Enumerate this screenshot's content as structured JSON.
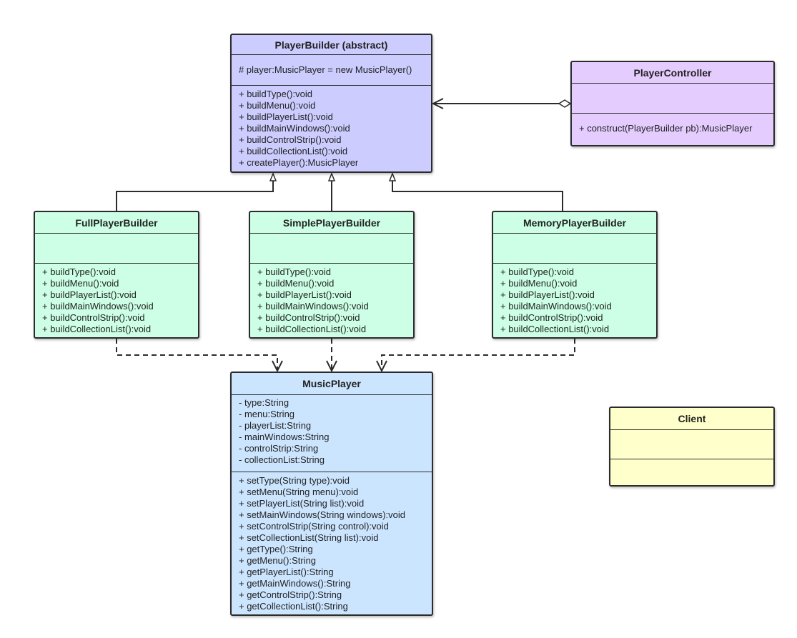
{
  "colors": {
    "abstract_fill": "#ccccff",
    "controller_fill": "#e5ccff",
    "builder_fill": "#ccffe5",
    "product_fill": "#cce5ff",
    "client_fill": "#ffffcc",
    "line": "#2b2b2b"
  },
  "classes": {
    "player_builder": {
      "name": "PlayerBuilder (abstract)",
      "attributes": [
        "# player:MusicPlayer = new MusicPlayer()"
      ],
      "methods": [
        "+ buildType():void",
        "+ buildMenu():void",
        "+ buildPlayerList():void",
        "+ buildMainWindows():void",
        "+ buildControlStrip():void",
        "+ buildCollectionList():void",
        "+ createPlayer():MusicPlayer"
      ]
    },
    "player_controller": {
      "name": "PlayerController",
      "attributes": [],
      "methods": [
        "+ construct(PlayerBuilder pb):MusicPlayer"
      ]
    },
    "full_player_builder": {
      "name": "FullPlayerBuilder",
      "attributes": [],
      "methods": [
        "+ buildType():void",
        "+ buildMenu():void",
        "+ buildPlayerList():void",
        "+ buildMainWindows():void",
        "+ buildControlStrip():void",
        "+ buildCollectionList():void"
      ]
    },
    "simple_player_builder": {
      "name": "SimplePlayerBuilder",
      "attributes": [],
      "methods": [
        "+ buildType():void",
        "+ buildMenu():void",
        "+ buildPlayerList():void",
        "+ buildMainWindows():void",
        "+ buildControlStrip():void",
        "+ buildCollectionList():void"
      ]
    },
    "memory_player_builder": {
      "name": "MemoryPlayerBuilder",
      "attributes": [],
      "methods": [
        "+ buildType():void",
        "+ buildMenu():void",
        "+ buildPlayerList():void",
        "+ buildMainWindows():void",
        "+ buildControlStrip():void",
        "+ buildCollectionList():void"
      ]
    },
    "music_player": {
      "name": "MusicPlayer",
      "attributes": [
        "- type:String",
        "- menu:String",
        "- playerList:String",
        "- mainWindows:String",
        "- controlStrip:String",
        "- collectionList:String"
      ],
      "methods": [
        "+ setType(String type):void",
        "+ setMenu(String menu):void",
        "+ setPlayerList(String list):void",
        "+ setMainWindows(String windows):void",
        "+ setControlStrip(String control):void",
        "+ setCollectionList(String list):void",
        "+ getType():String",
        "+ getMenu():String",
        "+ getPlayerList():String",
        "+ getMainWindows():String",
        "+ getControlStrip():String",
        "+ getCollectionList():String"
      ]
    },
    "client": {
      "name": "Client",
      "attributes": [],
      "methods": []
    }
  },
  "relations": [
    {
      "type": "aggregation",
      "from": "player_controller",
      "to": "player_builder"
    },
    {
      "type": "generalization",
      "from": "full_player_builder",
      "to": "player_builder"
    },
    {
      "type": "generalization",
      "from": "simple_player_builder",
      "to": "player_builder"
    },
    {
      "type": "generalization",
      "from": "memory_player_builder",
      "to": "player_builder"
    },
    {
      "type": "dependency",
      "from": "full_player_builder",
      "to": "music_player"
    },
    {
      "type": "dependency",
      "from": "simple_player_builder",
      "to": "music_player"
    },
    {
      "type": "dependency",
      "from": "memory_player_builder",
      "to": "music_player"
    }
  ]
}
